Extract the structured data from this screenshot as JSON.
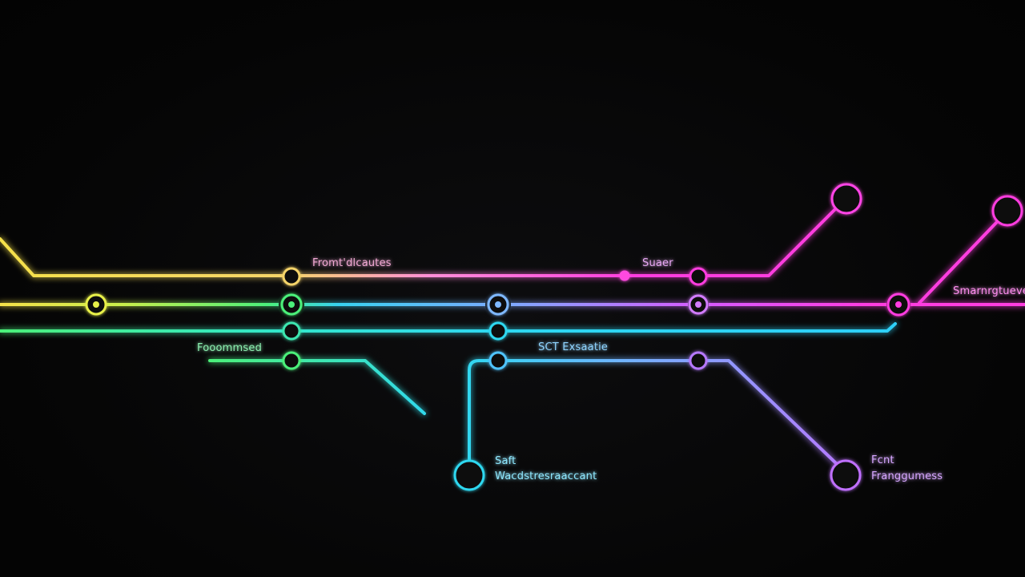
{
  "diagram": {
    "colors": {
      "background": "#050505",
      "yellow": "#f5e14a",
      "green": "#4cf07a",
      "cyan": "#2fd8f0",
      "blue": "#6fb4ff",
      "violet": "#b679ff",
      "magenta": "#ff3ce0"
    },
    "labels": {
      "label_1": "Fromt'dlcautes",
      "label_2": "Suaer",
      "label_3": "Fooommsed",
      "label_4": "SCT Exsaatie",
      "label_5": "Smarnrgtuever",
      "label_6a": "Saft",
      "label_6b": "Wacdstresraaccant",
      "label_7a": "Fcnt",
      "label_7b": "Franggumess"
    }
  }
}
